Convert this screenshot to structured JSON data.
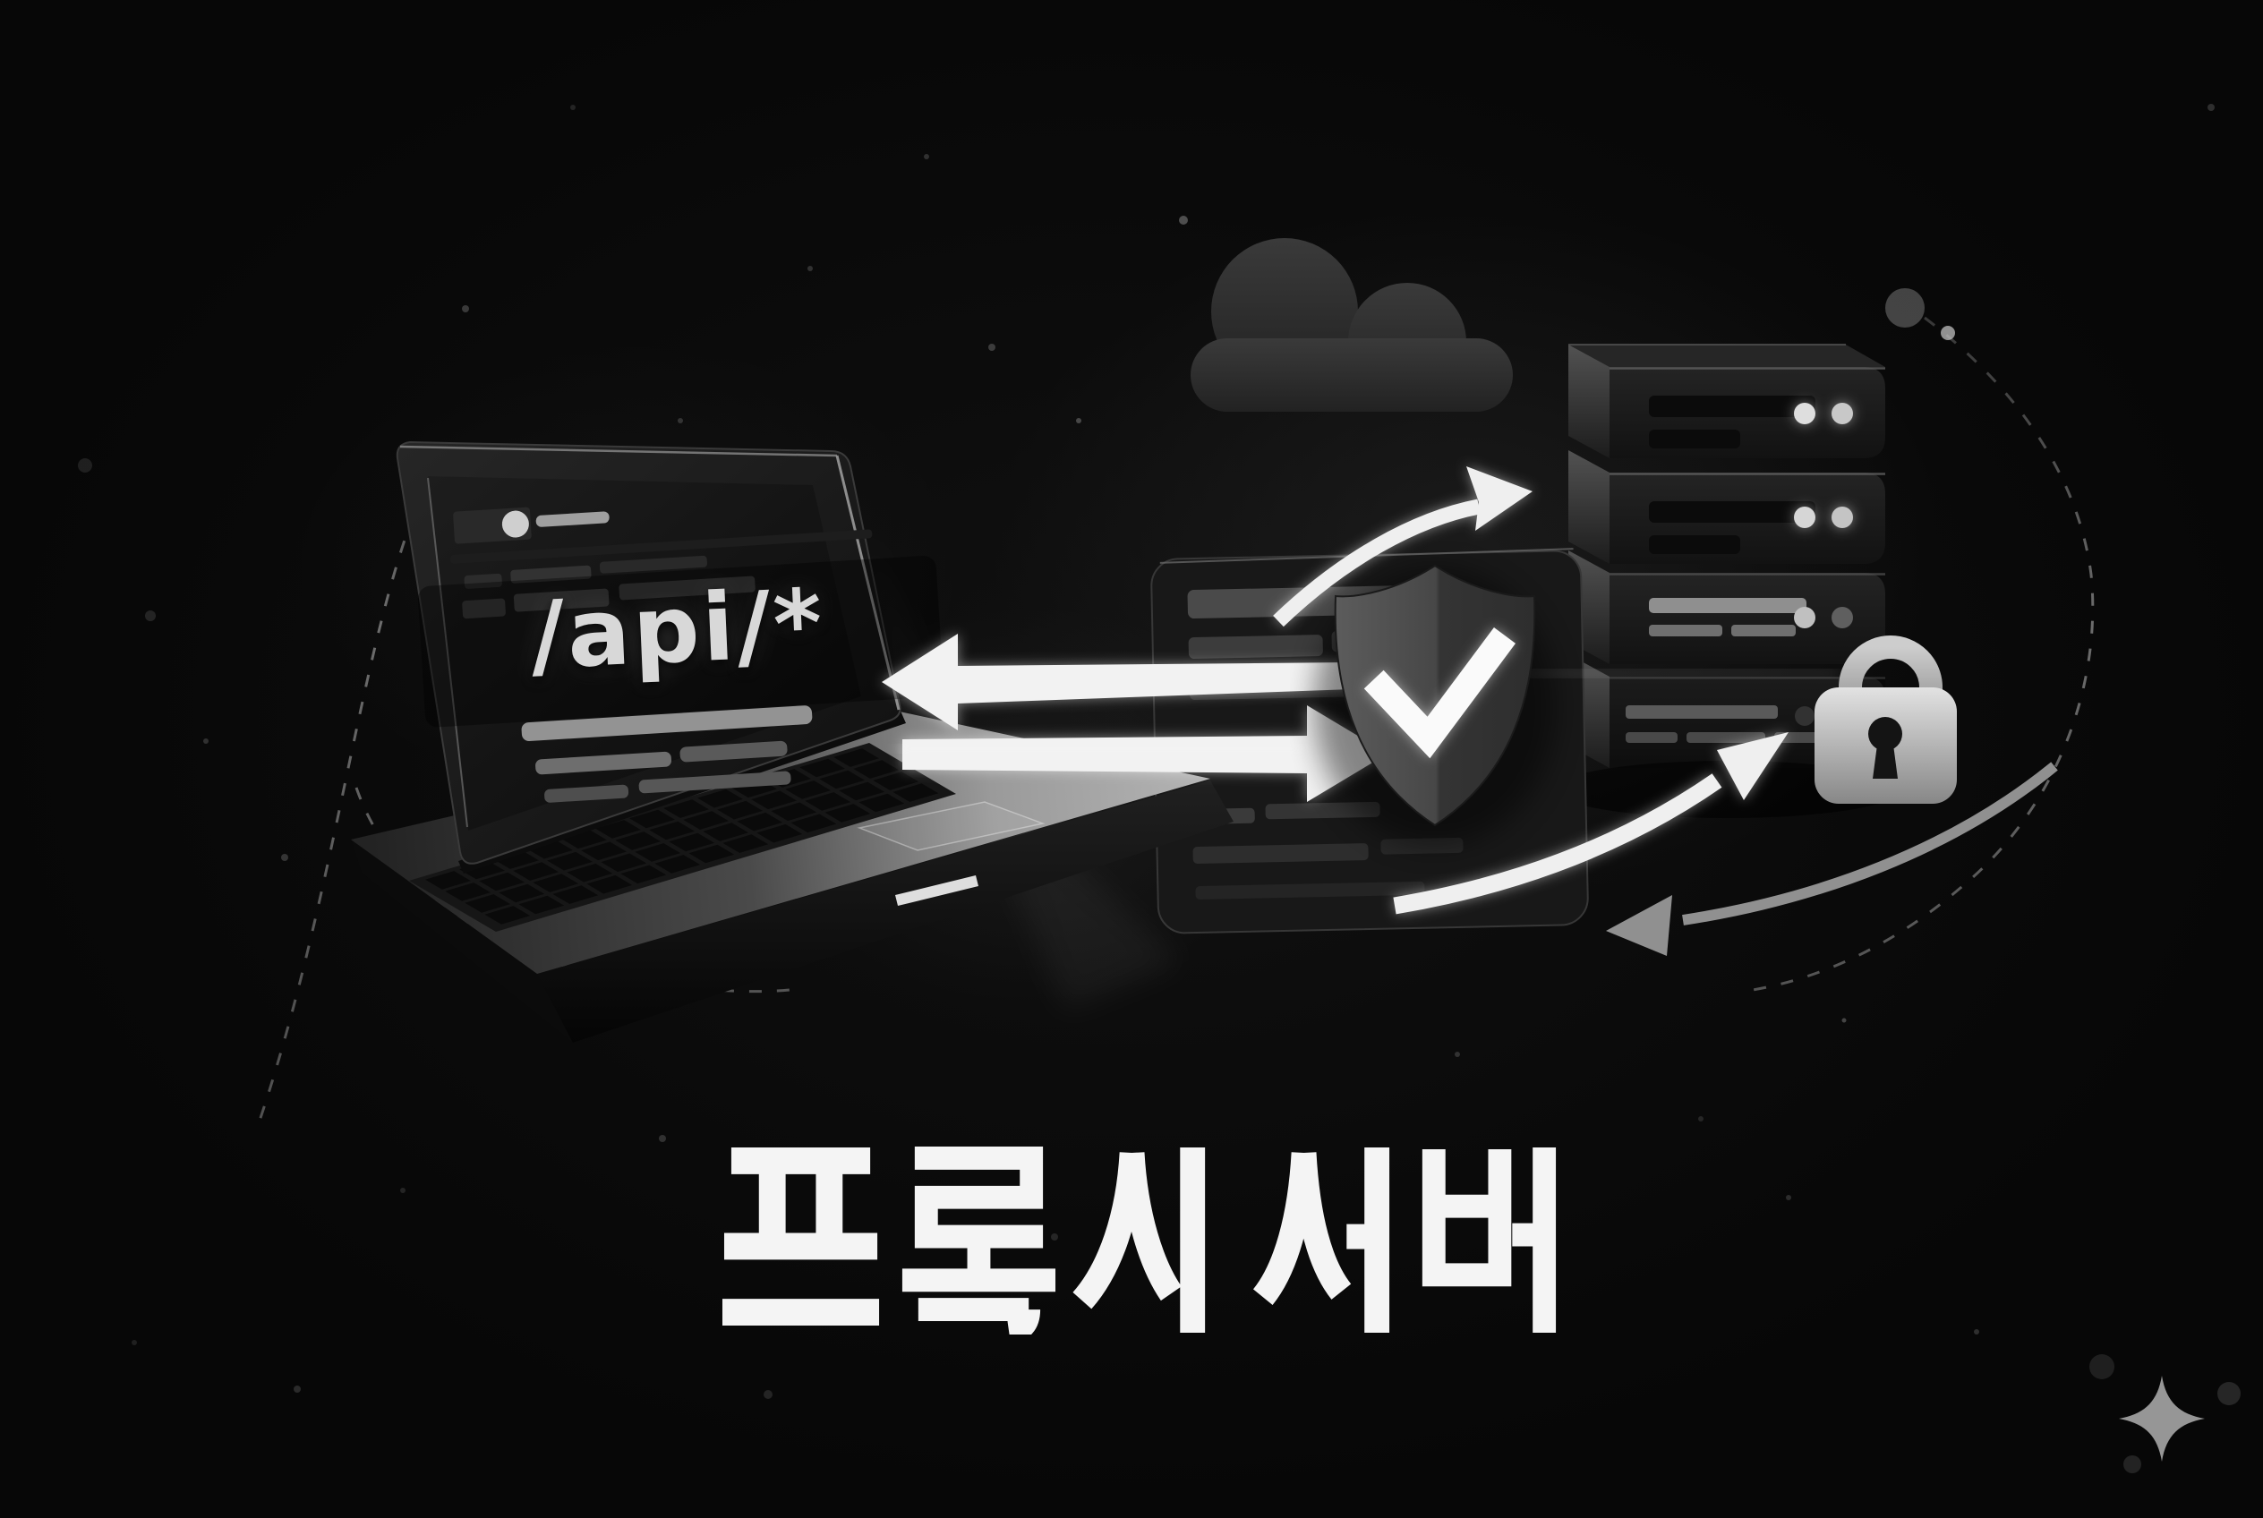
{
  "scene": {
    "title": "프록시 서버",
    "background_color": "#070707"
  },
  "laptop": {
    "screen_label": "/api/*",
    "code_line_rows_below_label": 3,
    "browser_bar_rows": 3
  },
  "proxy_panel": {
    "code_line_rows": 6
  },
  "shield": {
    "status_mark": "check"
  },
  "server_rack": {
    "unit_count": 4,
    "leds_per_unit": 2,
    "slot_rows_per_unit": 2
  },
  "arrows": {
    "left_response_arrow": "toward laptop",
    "right_request_arrow": "toward proxy panel",
    "curved_arrow_to_server": "up-right",
    "curved_arrow_to_lock": "up-right",
    "curved_return_arrow": "down-left gray"
  },
  "colors": {
    "background": "#070707",
    "arrow_white": "#f2f2f2",
    "title_white": "#f4f4f4",
    "cloud_gray": "#303030",
    "shield_gray_left": "#5c5c5c",
    "shield_gray_right": "#2e2e2e",
    "lock_gray": "#c4c4c4",
    "server_dark": "#1a1a1a",
    "api_text_gray": "#d8d8d8"
  }
}
